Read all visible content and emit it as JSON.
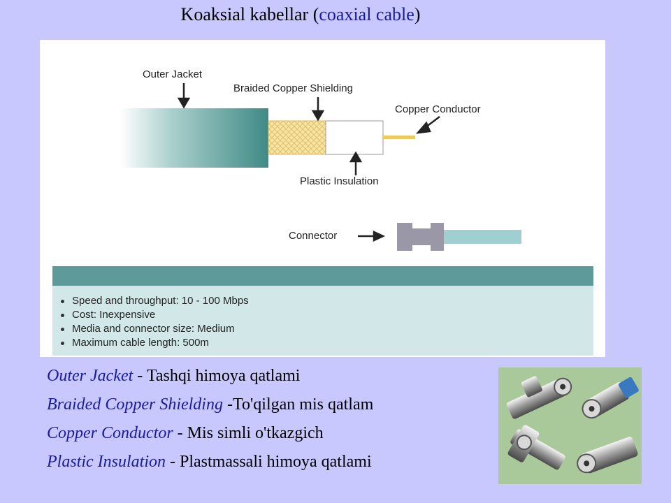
{
  "title": {
    "uz": "Koaksial kabellar (",
    "en": "coaxial cable",
    "close": ")"
  },
  "diagram": {
    "labels": {
      "outer_jacket": "Outer Jacket",
      "braided_shielding": "Braided Copper Shielding",
      "copper_conductor": "Copper Conductor",
      "plastic_insulation": "Plastic Insulation",
      "connector": "Connector"
    },
    "specs": [
      "Speed and throughput: 10 - 100 Mbps",
      "Cost: Inexpensive",
      "Media and connector size: Medium",
      "Maximum cable length: 500m"
    ]
  },
  "definitions": [
    {
      "term": "Outer Jacket",
      "sep": " - ",
      "meaning": "Tashqi himoya qatlami"
    },
    {
      "term": "Braided Copper Shielding",
      "sep": " -",
      "meaning": "To'qilgan mis qatlam"
    },
    {
      "term": "Copper Conductor",
      "sep": " - ",
      "meaning": "Mis simli o'tkazgich"
    },
    {
      "term": "Plastic Insulation",
      "sep": " - ",
      "meaning": "Plastmassali himoya qatlami"
    }
  ],
  "colors": {
    "background": "#c8c8ff",
    "term_text": "#1a1aa0",
    "jacket": "#3f8a86",
    "shielding": "#f0d890",
    "conductor": "#f0c860",
    "connector_body": "#9a97a6",
    "connector_cable": "#9fcfd0",
    "stats_header": "#5f9a9a",
    "stats_body": "#d2e8e8"
  },
  "photo": {
    "icon": "bnc-connectors-photo"
  }
}
